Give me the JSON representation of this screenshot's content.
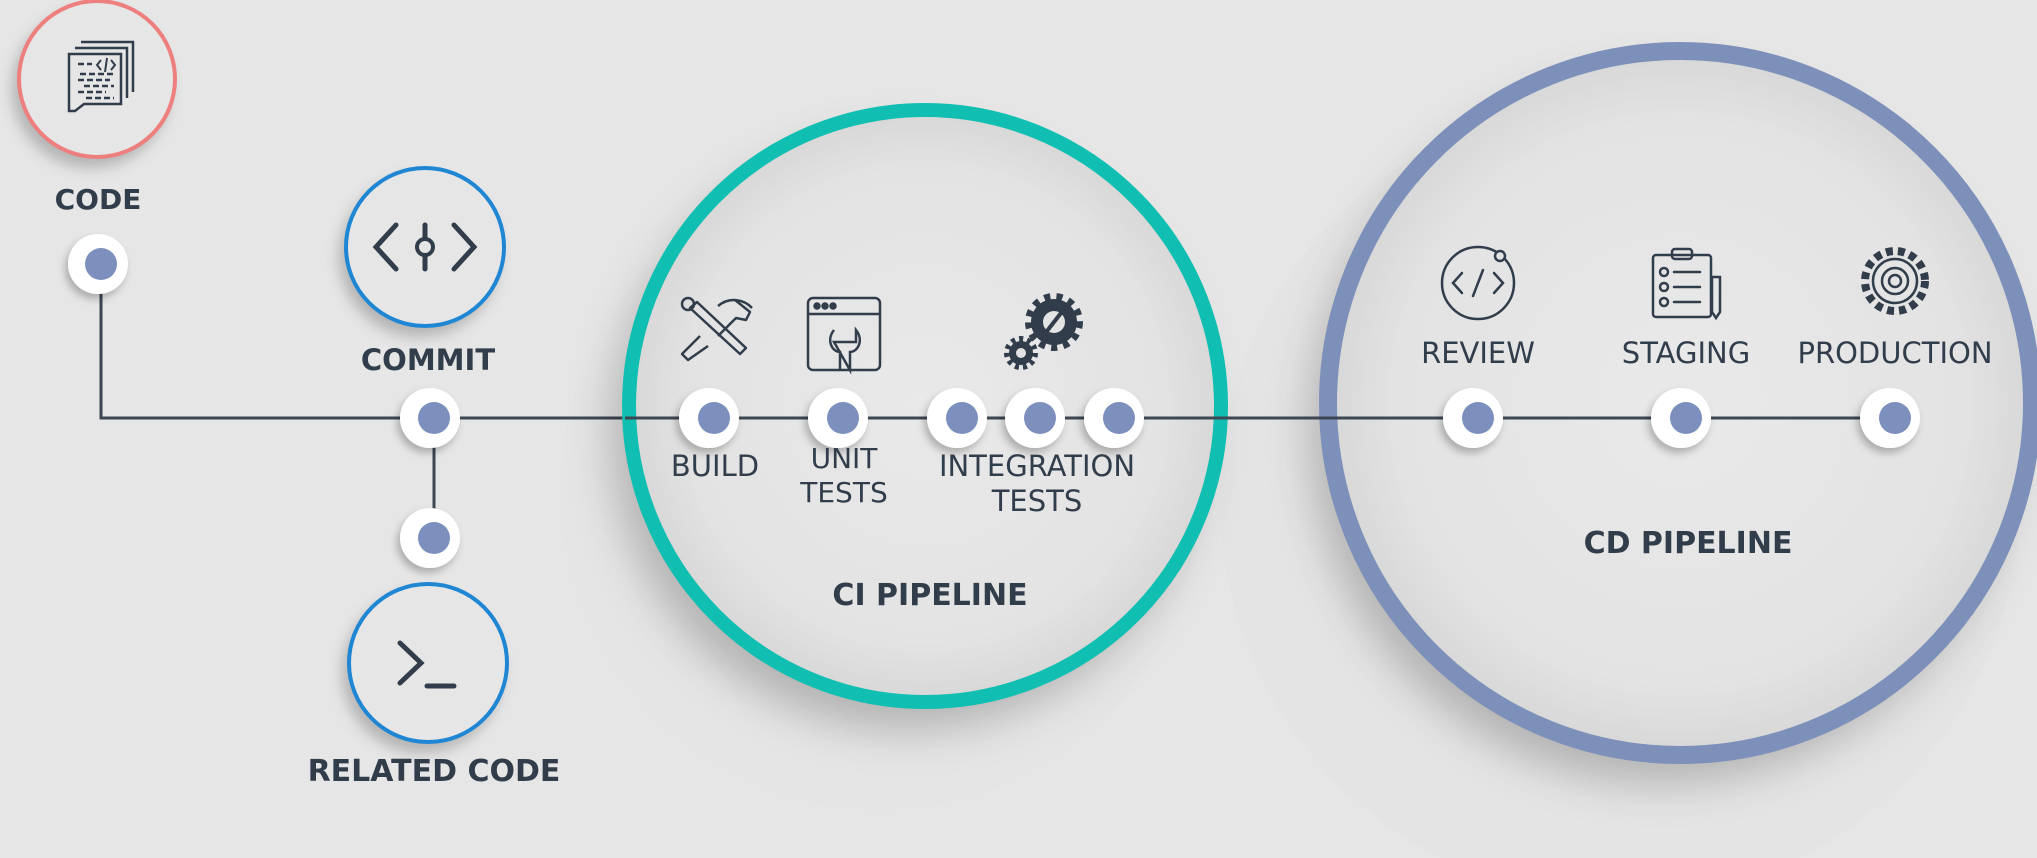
{
  "stages": {
    "code": "CODE",
    "commit": "COMMIT",
    "related_code": "RELATED CODE"
  },
  "ci_pipeline": {
    "title": "CI PIPELINE",
    "steps": {
      "build": "BUILD",
      "unit_tests_line1": "UNIT",
      "unit_tests_line2": "TESTS",
      "integration_line1": "INTEGRATION",
      "integration_line2": "TESTS"
    }
  },
  "cd_pipeline": {
    "title": "CD PIPELINE",
    "steps": {
      "review": "REVIEW",
      "staging": "STAGING",
      "production": "PRODUCTION"
    }
  },
  "icons": {
    "code": "code-document-icon",
    "commit": "commit-icon",
    "related_code": "terminal-icon",
    "build": "hammer-wrench-icon",
    "unit_tests": "browser-wrench-icon",
    "integration_tests": "gears-icon",
    "review": "code-review-icon",
    "staging": "clipboard-checklist-icon",
    "production": "gear-icon"
  },
  "colors": {
    "background": "#e6e6e6",
    "text": "#323d4b",
    "line": "#3d4753",
    "code_ring": "#ee7f7f",
    "commit_ring": "#1f86d4",
    "ci_ring": "#10bfb1",
    "cd_ring": "#7d90b9",
    "node_fill": "#7d8fbd"
  }
}
